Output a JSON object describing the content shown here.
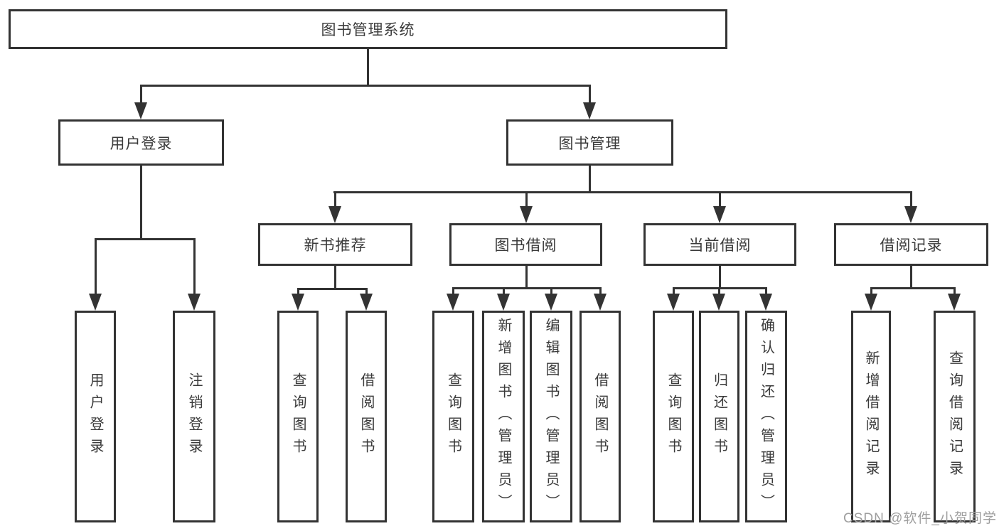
{
  "diagram_title": "图书管理系统",
  "tree": {
    "root": {
      "label": "图书管理系统"
    },
    "branches": [
      {
        "label": "用户登录",
        "leaves": [
          "用户登录",
          "注销登录"
        ]
      },
      {
        "label": "图书管理",
        "groups": [
          {
            "label": "新书推荐",
            "leaves": [
              "查询图书",
              "借阅图书"
            ]
          },
          {
            "label": "图书借阅",
            "leaves": [
              "查询图书",
              "新增图书（管理员）",
              "编辑图书（管理员）",
              "借阅图书"
            ]
          },
          {
            "label": "当前借阅",
            "leaves": [
              "查询图书",
              "归还图书",
              "确认归还（管理员）"
            ]
          },
          {
            "label": "借阅记录",
            "leaves": [
              "新增借阅记录",
              "查询借阅记录"
            ]
          }
        ]
      }
    ]
  },
  "watermark": {
    "text": "CSDN @软件_小贺同学"
  },
  "colors": {
    "line": "#333333",
    "box_fill": "#ffffff",
    "text": "#3a3a3a",
    "watermark": "#9e9e9e",
    "background": "#ffffff"
  }
}
